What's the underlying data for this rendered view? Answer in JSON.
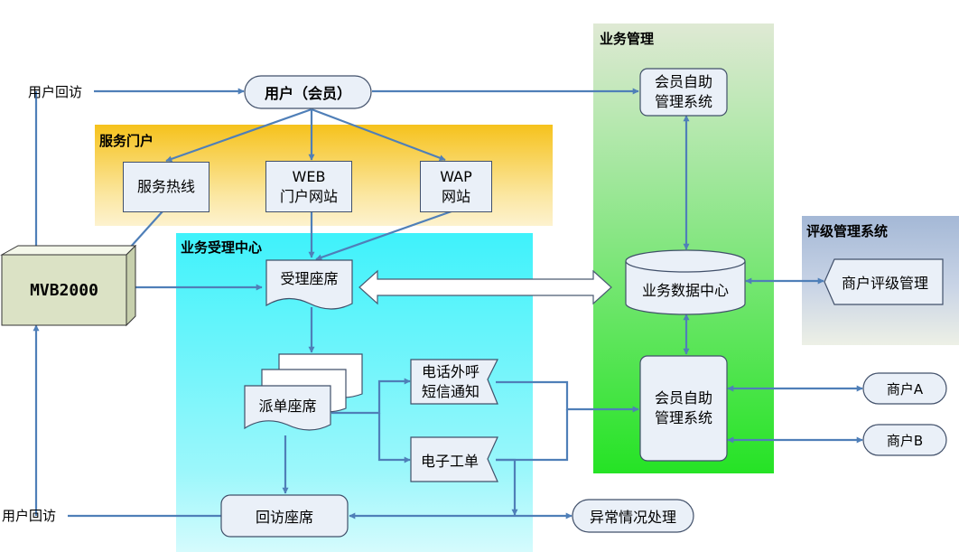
{
  "zones": {
    "portal": "服务门户",
    "acceptance": "业务受理中心",
    "business_mgmt": "业务管理",
    "rating": "评级管理系统"
  },
  "nodes": {
    "user": "用户（会员）",
    "callback_top": "用户回访",
    "callback_bottom": "用户回访",
    "hotline": "服务热线",
    "web": "WEB\n门户网站",
    "wap": "WAP\n网站",
    "mvb": "MVB2000",
    "accept_seat": "受理座席",
    "dispatch_seat": "派单座席",
    "phone_sms": "电话外呼\n短信通知",
    "e_ticket": "电子工单",
    "revisit_seat": "回访座席",
    "exception": "异常情况处理",
    "member_self_top": "会员自助\n管理系统",
    "member_self_mid": "会员自助\n管理系统",
    "data_center": "业务数据中心",
    "merchant_rating": "商户评级管理",
    "merchant_a": "商户A",
    "merchant_b": "商户B"
  },
  "colors": {
    "arrow": "#4f7fb8",
    "box_fill": "#eaf0f8",
    "box_border": "#41506a",
    "portal_band": "#f7c21f",
    "acceptance_band": "#37f0f7",
    "business_band": "#22e022",
    "rating_band": "#a6b9d6"
  }
}
